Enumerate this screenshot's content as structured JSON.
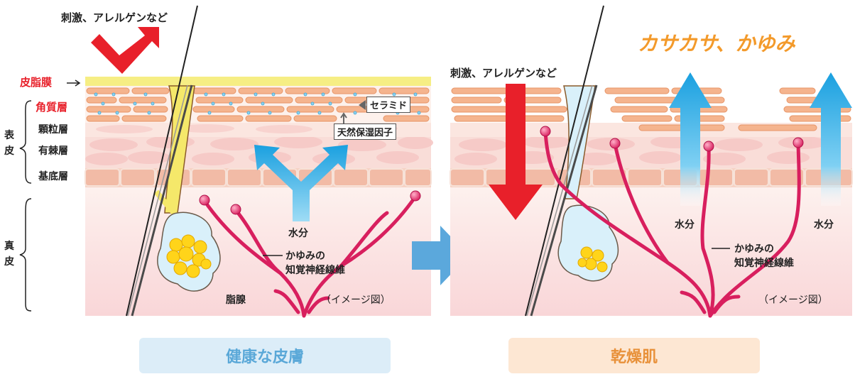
{
  "left": {
    "stimulus_label": "刺激、アレルゲンなど",
    "sebum_film_label": "皮脂膜",
    "stratum_corneum_label": "角質層",
    "granular_label": "顆粒層",
    "spinous_label": "有棘層",
    "basal_label": "基底層",
    "epidermis_label": [
      "表",
      "皮"
    ],
    "dermis_label": [
      "真",
      "皮"
    ],
    "ceramide_label": "セラミド",
    "nmf_label": "天然保湿因子",
    "water_label": "水分",
    "nerve_label_1": "かゆみの",
    "nerve_label_2": "知覚神経線維",
    "sebaceous_label": "脂腺",
    "image_note": "（イメージ図）",
    "caption": "健康な皮膚"
  },
  "right": {
    "stimulus_label": "刺激、アレルゲンなど",
    "dry_itch_label": "カサカサ、かゆみ",
    "water_label_1": "水分",
    "water_label_2": "水分",
    "nerve_label_1": "かゆみの",
    "nerve_label_2": "知覚神経線維",
    "image_note": "（イメージ図）",
    "caption": "乾燥肌"
  },
  "colors": {
    "red": "#e8202a",
    "orange": "#f39a2b",
    "blue_arrow": "#1aa0e0",
    "nerve": "#d81f5e",
    "sebum": "#f6ee84",
    "left_caption_bg": "#dcedf8",
    "left_caption_text": "#5aa8d8",
    "right_caption_bg": "#fde7d3",
    "right_caption_text": "#e8913a"
  }
}
